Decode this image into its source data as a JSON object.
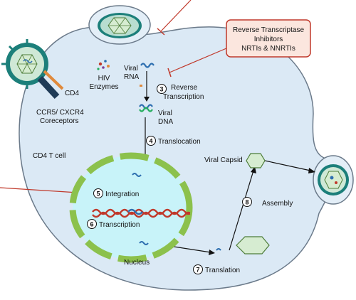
{
  "inhibitor_box": {
    "line1": "Reverse Transcriptase",
    "line2": "Inhibitors",
    "line3": "NRTIs & NNRTIs"
  },
  "labels": {
    "cd4": "CD4",
    "coreceptors_line1": "CCR5/ CXCR4",
    "coreceptors_line2": "Coreceptors",
    "hiv_enzymes_line1": "HIV",
    "hiv_enzymes_line2": "Enzymes",
    "viral_rna_line1": "Viral",
    "viral_rna_line2": "RNA",
    "viral_dna_line1": "Viral",
    "viral_dna_line2": "DNA",
    "cell": "CD4 T cell",
    "nucleus": "Nucleus",
    "viral_capsid": "Viral Capsid"
  },
  "steps": [
    {
      "number": "3",
      "label_line1": "Reverse",
      "label_line2": "Transcription"
    },
    {
      "number": "4",
      "label": "Translocation"
    },
    {
      "number": "5",
      "label": "Integration"
    },
    {
      "number": "6",
      "label": "Transcription"
    },
    {
      "number": "7",
      "label": "Translation"
    },
    {
      "number": "8",
      "label": "Assembly"
    }
  ],
  "colors": {
    "cytoplasm": "#dbe9f5",
    "cell_outline": "#6b7a8a",
    "nucleus_fill": "#c8f3f9",
    "nuclear_envelope": "#8cc14c",
    "inhibitor_fill": "#fbe6de",
    "inhibitor_border": "#c0392b",
    "inhibitor_line": "#c0392b",
    "receptor": "#1f3b57",
    "cd4_receptor": "#e08a3c",
    "dna_red": "#c0392b",
    "dna_blue": "#2e6fb0"
  }
}
